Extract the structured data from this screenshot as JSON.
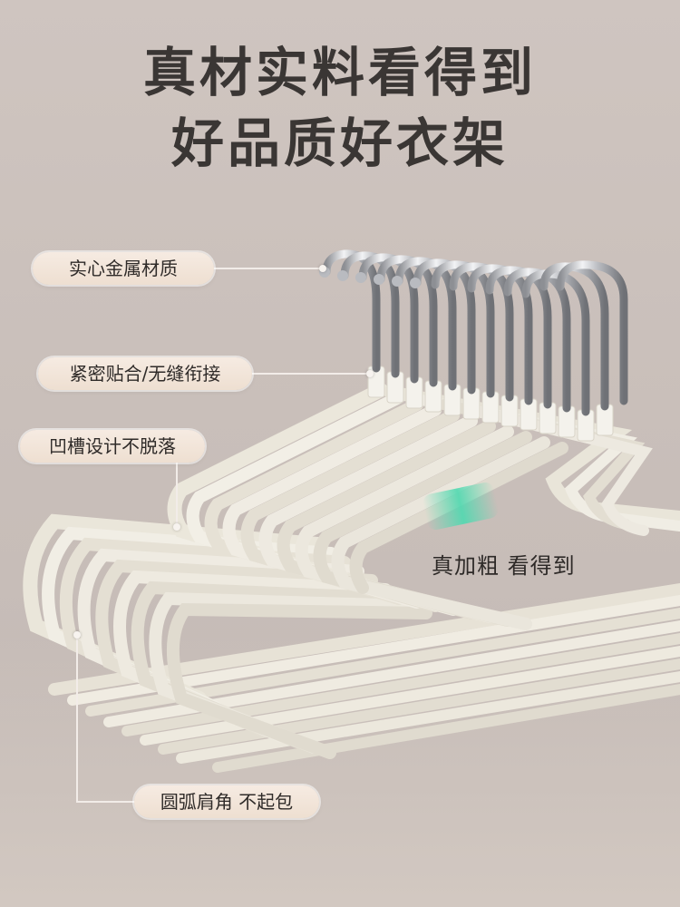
{
  "headline": {
    "line1": "真材实料看得到",
    "line2": "好品质好衣架"
  },
  "callouts": [
    {
      "label": "实心金属材质"
    },
    {
      "label": "紧密贴合/无缝衔接"
    },
    {
      "label": "凹槽设计不脱落"
    },
    {
      "label": "圆弧肩角 不起包"
    }
  ],
  "caption": "真加粗 看得到",
  "colors": {
    "background": "#cbc1bc",
    "hanger_body": "#ece8dc",
    "hook_metal": "#c8c8ca",
    "accent_highlight": "#4fd9b0",
    "pill_fill": "#f3e6da"
  }
}
